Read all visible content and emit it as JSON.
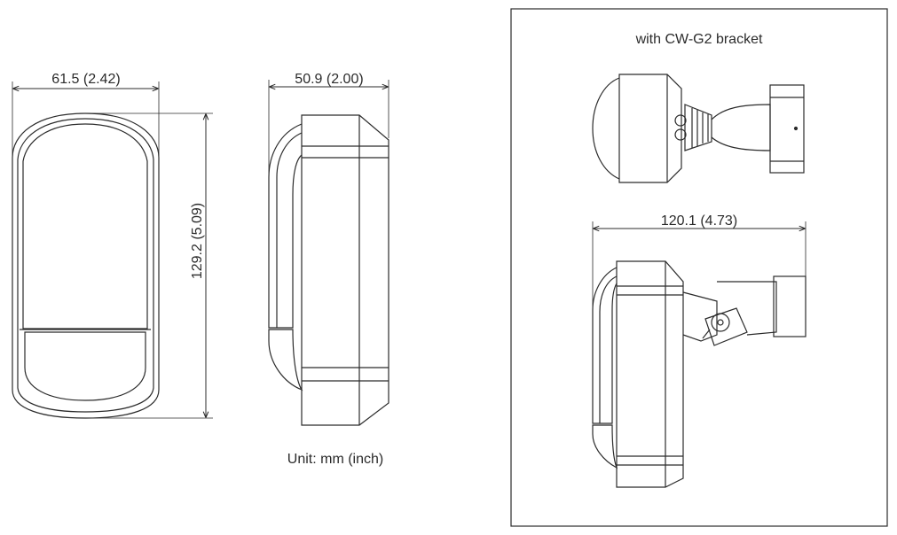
{
  "dimensions": {
    "width_label": "61.5 (2.42)",
    "height_label": "129.2 (5.09)",
    "depth_label": "50.9 (2.00)",
    "bracket_depth_label": "120.1 (4.73)"
  },
  "unit_note": "Unit: mm (inch)",
  "bracket_panel": {
    "title": "with CW-G2 bracket"
  },
  "colors": {
    "line": "#2b2b2b",
    "background": "#ffffff"
  }
}
